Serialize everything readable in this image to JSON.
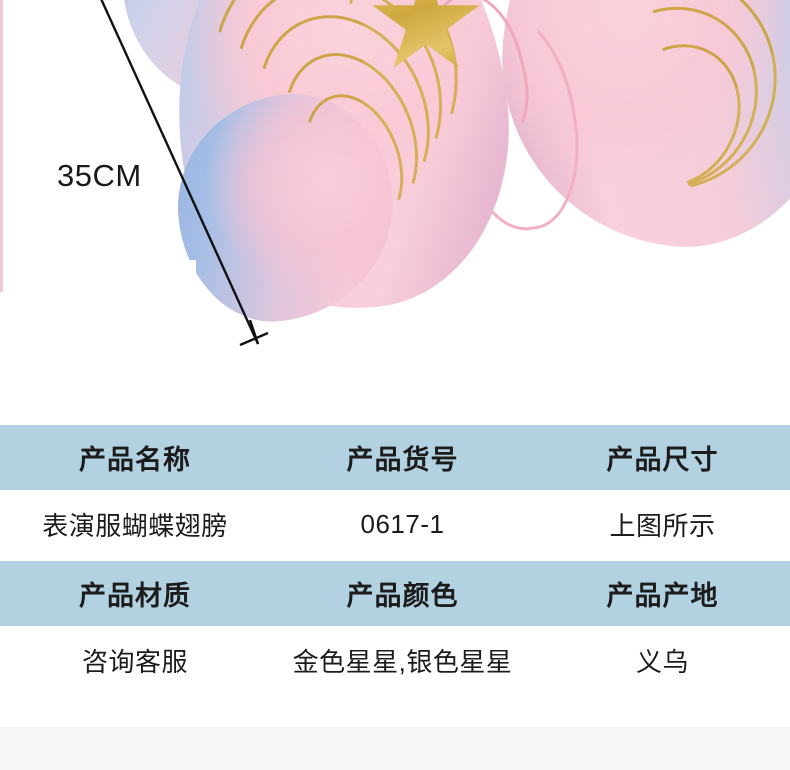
{
  "photo": {
    "dimension_callout": {
      "label": "35CM",
      "icon": "dimension-arrow-icon"
    },
    "artwork": {
      "name": "butterfly-wings-costume-photo",
      "elements": [
        "left-wing",
        "right-wing",
        "gold-glitter-star",
        "gold-swirl-lines",
        "pink-elastic-strap"
      ],
      "colors": {
        "wing_pink": "#f9cad8",
        "wing_blue": "#a3bbe4",
        "gold_glitter": "#cfa83f",
        "strap_pink": "#f3afc2",
        "edge_rule_pink": "#f0c9d3"
      }
    }
  },
  "spec_table": {
    "accent_color": "#b3d2e1",
    "text_color": "#1c1c1c",
    "sections": [
      {
        "headers": [
          "产品名称",
          "产品货号",
          "产品尺寸"
        ],
        "values": [
          "表演服蝴蝶翅膀",
          "0617-1",
          "上图所示"
        ]
      },
      {
        "headers": [
          "产品材质",
          "产品颜色",
          "产品产地"
        ],
        "values": [
          "咨询客服",
          "金色星星,银色星星",
          "义乌"
        ]
      }
    ]
  },
  "footer": {
    "background_color": "#f5f6f8"
  }
}
